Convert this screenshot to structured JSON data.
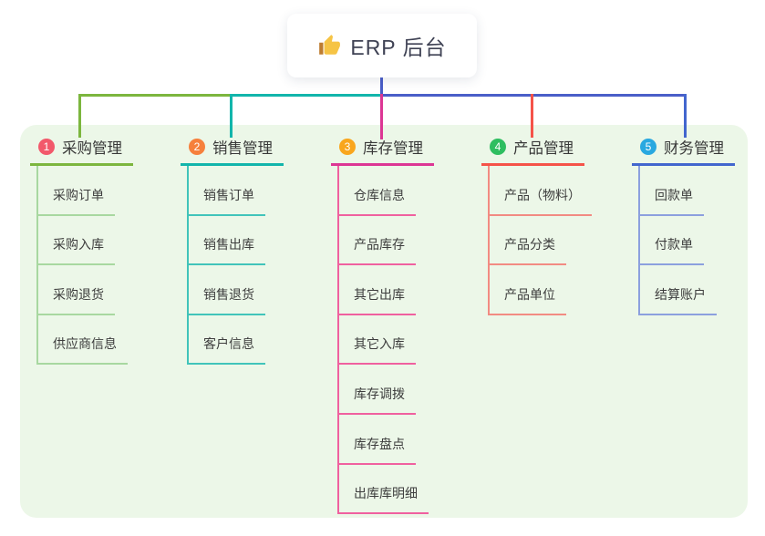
{
  "root": {
    "label": "ERP 后台",
    "icon": "thumbs-up-icon"
  },
  "panel": {
    "background": "#ECF7E8"
  },
  "connector": {
    "trunk_color": "#4A5EC8"
  },
  "branches": [
    {
      "index": "1",
      "label": "采购管理",
      "badge_color": "#F2596B",
      "line_color": "#7CB63E",
      "child_line_color": "#A8D8A0",
      "children": [
        "采购订单",
        "采购入库",
        "采购退货",
        "供应商信息"
      ]
    },
    {
      "index": "2",
      "label": "销售管理",
      "badge_color": "#F6803C",
      "line_color": "#12B5AB",
      "child_line_color": "#41C4BA",
      "children": [
        "销售订单",
        "销售出库",
        "销售退货",
        "客户信息"
      ]
    },
    {
      "index": "3",
      "label": "库存管理",
      "badge_color": "#F9A61D",
      "line_color": "#DC3694",
      "child_line_color": "#F0609F",
      "children": [
        "仓库信息",
        "产品库存",
        "其它出库",
        "其它入库",
        "库存调拨",
        "库存盘点",
        "出库库明细"
      ]
    },
    {
      "index": "4",
      "label": "产品管理",
      "badge_color": "#2EBE60",
      "line_color": "#F55349",
      "child_line_color": "#F28B82",
      "children": [
        "产品（物料）",
        "产品分类",
        "产品单位"
      ]
    },
    {
      "index": "5",
      "label": "财务管理",
      "badge_color": "#29A8E0",
      "line_color": "#4266CE",
      "child_line_color": "#8CA0DE",
      "children": [
        "回款单",
        "付款单",
        "结算账户"
      ]
    }
  ]
}
